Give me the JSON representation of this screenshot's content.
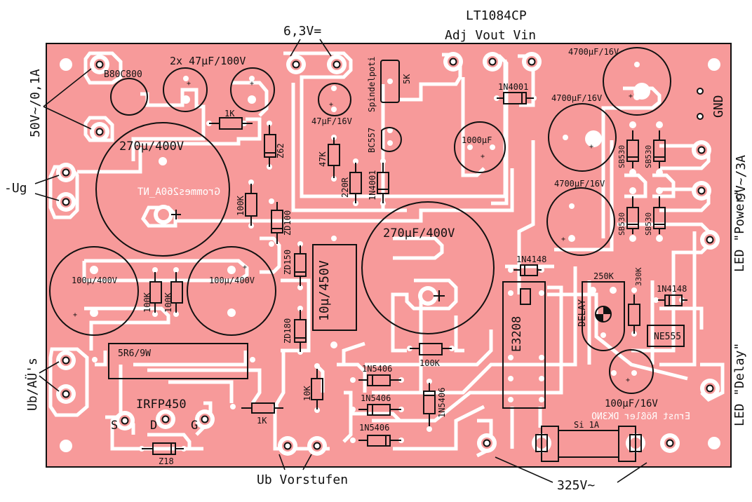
{
  "board": {
    "title_mirrored": "Grommes260A_NT",
    "author_mirrored": "Ernst Rößler DK3NO",
    "colors": {
      "board": "#f79a9a",
      "copper_isolation": "#ffffff",
      "silkscreen": "#111111"
    }
  },
  "external_labels": {
    "mains_in": "50V~/0,1A",
    "neg_grid": "-Ug",
    "ub_outputs": "Ub/AÜ's",
    "heater": "6,3V=",
    "regulator": "LT1084CP",
    "regulator_pins": "Adj Vout Vin",
    "gnd": "GND",
    "ac_in": "9V~/3A",
    "led_power": "LED \"Power\"",
    "led_delay": "LED \"Delay\"",
    "ub_pre": "Ub Vorstufen",
    "hv": "325V~"
  },
  "components": {
    "bridge": "B80C800",
    "cap_pair": "2x 47µF/100V",
    "r_1k_top": "1K",
    "z62": "Z62",
    "cap_270_left": "270µ/400V",
    "r_100k_a": "100K",
    "zd100": "ZD100",
    "zd150": "ZD150",
    "zd180": "ZD180",
    "cap_100_l": "100µ/400V",
    "cap_100_r": "100µ/400V",
    "r_100k_b": "100K",
    "r_100k_c": "100K",
    "cap_10u": "10µ/450V",
    "r_5r6": "5R6/9W",
    "mosfet": "IRFP450",
    "pin_s": "S",
    "pin_d": "D",
    "pin_g": "G",
    "z18": "Z18",
    "r_1k_bot": "1K",
    "r_10k": "10K",
    "cap_47_16": "47µF/16V",
    "r_47k": "47K",
    "r_220r": "220R",
    "d_1n4001_a": "1N4001",
    "trim_label": "Spindelpoti",
    "trim_val": "5K",
    "bc557": "BC557",
    "cap_1000": "1000µF",
    "d_1n4001_b": "1N4001",
    "cap_270_mid": "270µF/400V",
    "r_100k_d": "100K",
    "d_1n5406_a": "1N5406",
    "d_1n5406_b": "1N5406",
    "d_1n5406_c": "1N5406",
    "d_1n5406_d": "1N5406",
    "d_1n4148_a": "1N4148",
    "relay": "E3208",
    "pot_250k": "250K",
    "delay": "DELAY",
    "r_330k": "330K",
    "d_1n4148_b": "1N4148",
    "ic": "NE555",
    "cap_100_16": "100µF/16V",
    "fuse": "Si 1A",
    "cap_4700_a": "4700µF/16V",
    "cap_4700_b": "4700µF/16V",
    "cap_4700_c": "4700µF/16V",
    "sb530_a": "SB530",
    "sb530_b": "SB530",
    "sb530_c": "SB530",
    "sb530_d": "SB530"
  }
}
